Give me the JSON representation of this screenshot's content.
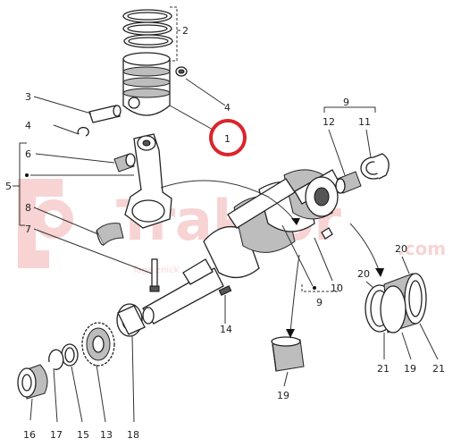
{
  "watermark": {
    "brand": "Traktor",
    "suffix": ".com",
    "tagline": "Tagalenick",
    "color": "#e23a3a"
  },
  "highlight_color": "#d9262b",
  "callouts": {
    "c1": "1",
    "c2": "2",
    "c3": "3",
    "c4a": "4",
    "c4b": "4",
    "c5": "5",
    "c6": "6",
    "c7": "7",
    "c8": "8",
    "c9a": "9",
    "c9b": "9",
    "c10": "10",
    "c11": "11",
    "c12": "12",
    "c13": "13",
    "c14": "14",
    "c15": "15",
    "c16": "16",
    "c17": "17",
    "c18": "18",
    "c19": "19",
    "c19b": "19",
    "c20a": "20",
    "c20b": "20",
    "c21a": "21",
    "c21b": "21"
  }
}
